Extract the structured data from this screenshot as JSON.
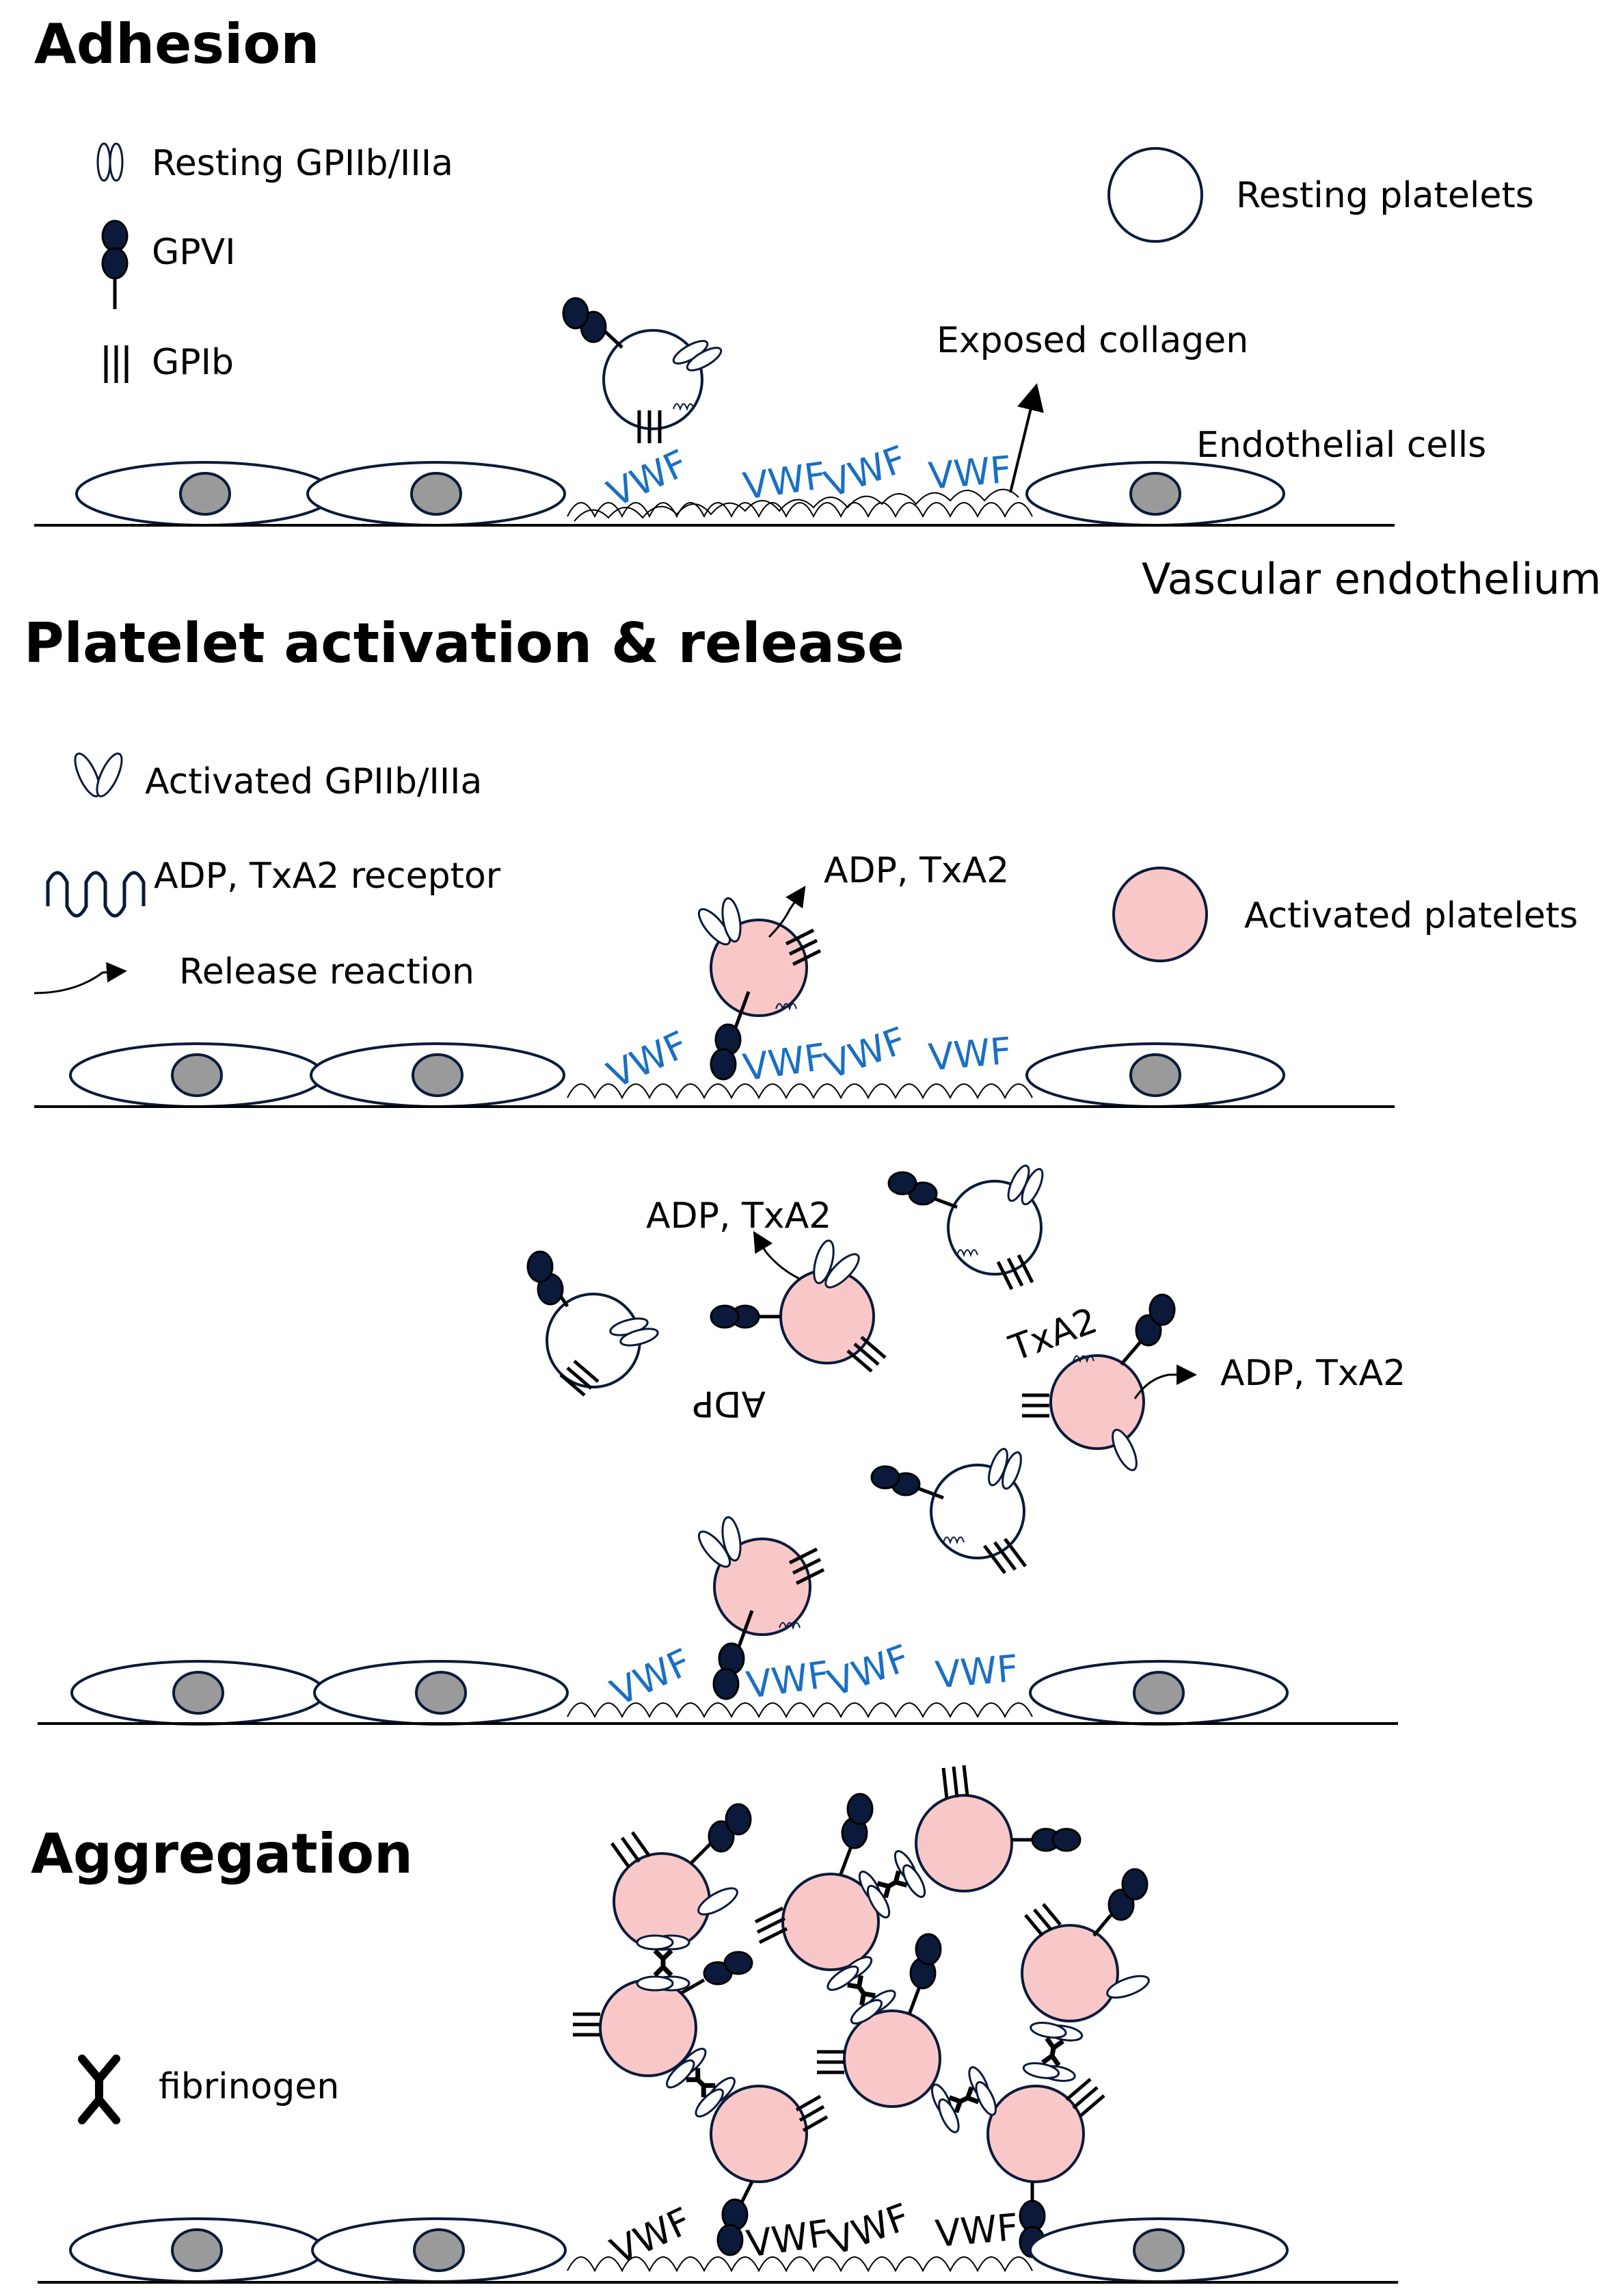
{
  "colors": {
    "activated_platelet": "#f8c8c8",
    "resting_platelet": "#ffffff",
    "navy": "#0b1a3a",
    "vwf_blue": "#1a6fc4",
    "vwf_black": "#000000",
    "nucleus": "#9a9a9a"
  },
  "sections": {
    "adhesion": {
      "title": "Adhesion",
      "legend": {
        "resting_gpiib": "Resting GPIIb/IIIa",
        "gpvi": "GPVI",
        "gpib": "GPIb"
      },
      "resting_platelets": "Resting platelets",
      "exposed_collagen": "Exposed collagen",
      "endothelial_cells": "Endothelial cells",
      "vascular_endothelium": "Vascular endothelium"
    },
    "activation": {
      "title": "Platelet activation & release",
      "legend": {
        "activated_gpiib": "Activated GPIIb/IIIa",
        "receptor": "ADP, TxA2 receptor",
        "release": "Release reaction"
      },
      "activated_platelets": "Activated platelets",
      "release_label": "ADP, TxA2",
      "adp_rotated": "ADP",
      "txa2": "TxA2"
    },
    "aggregation": {
      "title": "Aggregation",
      "legend": {
        "fibrinogen": "fibrinogen"
      }
    }
  },
  "vwf_label": "VWF"
}
